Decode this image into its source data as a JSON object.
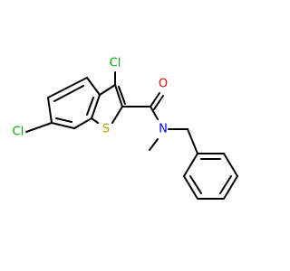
{
  "molecule": {
    "atoms": [
      {
        "id": "cl_top",
        "label": "Cl",
        "color": "#00aa00"
      },
      {
        "id": "cl_left",
        "label": "Cl",
        "color": "#00aa00"
      },
      {
        "id": "o",
        "label": "O",
        "color": "#ff0000"
      },
      {
        "id": "s",
        "label": "S",
        "color": "#b8a000"
      },
      {
        "id": "n",
        "label": "N",
        "color": "#0000ff"
      }
    ],
    "bond_color": "#000000"
  }
}
